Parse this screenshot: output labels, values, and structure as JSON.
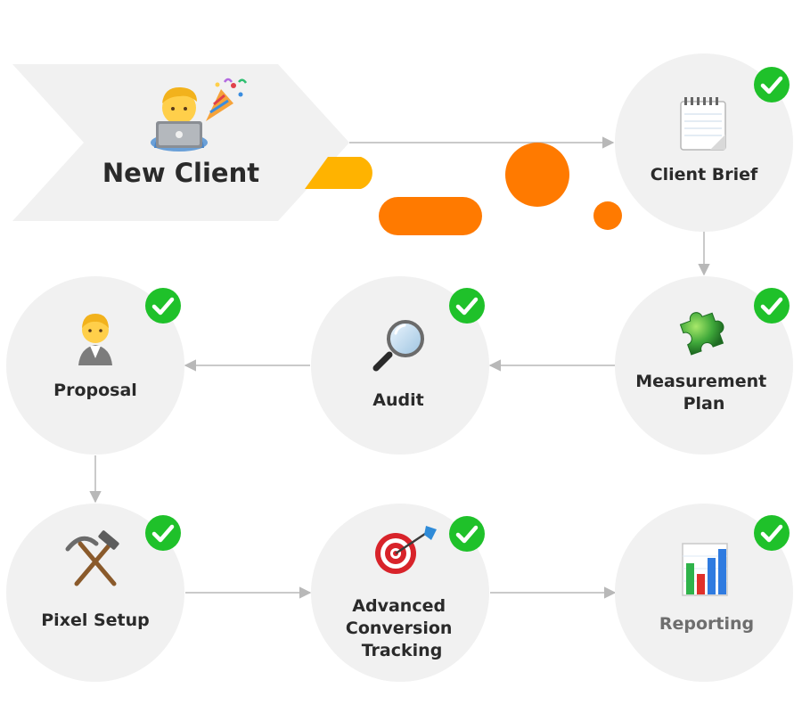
{
  "start": {
    "title": "New Client",
    "icon": "man-technologist-with-party-popper-icon"
  },
  "nodes": [
    {
      "id": "client-brief",
      "label_lines": [
        "Client Brief"
      ],
      "icon": "notepad-icon",
      "checked": true
    },
    {
      "id": "measurement-plan",
      "label_lines": [
        "Measurement",
        "Plan"
      ],
      "icon": "puzzle-piece-icon",
      "checked": true
    },
    {
      "id": "audit",
      "label_lines": [
        "Audit"
      ],
      "icon": "magnifying-glass-icon",
      "checked": true
    },
    {
      "id": "proposal",
      "label_lines": [
        "Proposal"
      ],
      "icon": "person-icon",
      "checked": true
    },
    {
      "id": "pixel-setup",
      "label_lines": [
        "Pixel Setup"
      ],
      "icon": "hammer-and-pick-icon",
      "checked": true
    },
    {
      "id": "advanced-conversion-tracking",
      "label_lines": [
        "Advanced",
        "Conversion",
        "Tracking"
      ],
      "icon": "direct-hit-target-icon",
      "checked": true
    },
    {
      "id": "reporting",
      "label_lines": [
        "Reporting"
      ],
      "icon": "bar-chart-icon",
      "checked": true
    }
  ],
  "edges": [
    {
      "from": "new-client",
      "to": "client-brief"
    },
    {
      "from": "client-brief",
      "to": "measurement-plan"
    },
    {
      "from": "measurement-plan",
      "to": "audit"
    },
    {
      "from": "audit",
      "to": "proposal"
    },
    {
      "from": "proposal",
      "to": "pixel-setup"
    },
    {
      "from": "pixel-setup",
      "to": "advanced-conversion-tracking"
    },
    {
      "from": "advanced-conversion-tracking",
      "to": "reporting"
    }
  ],
  "colors": {
    "node_fill": "#f1f1f1",
    "arrow": "#b8b8b8",
    "check": "#1fc12a",
    "accent_orange": "#ff7a00",
    "accent_yellow": "#ffb300",
    "text": "#2a2a2a",
    "text_muted": "#6e6e6e"
  }
}
